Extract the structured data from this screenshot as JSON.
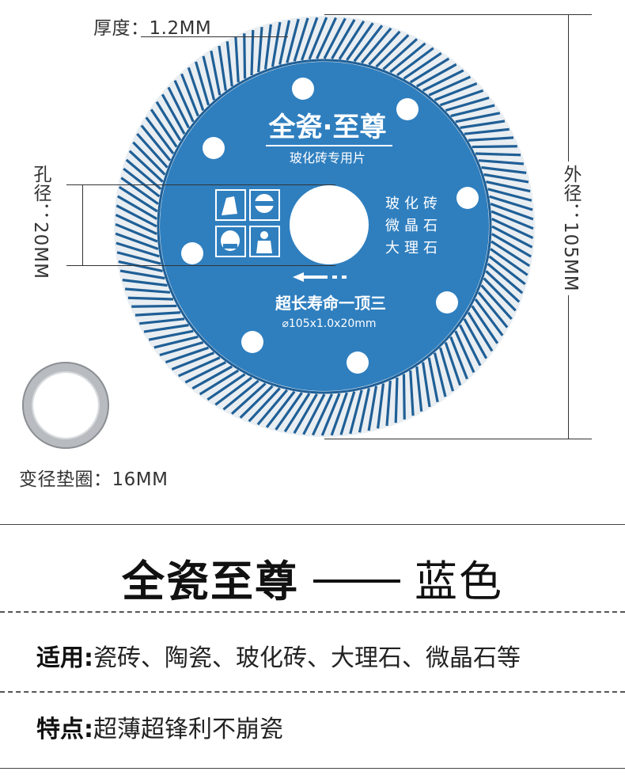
{
  "dimensions": {
    "thickness": "厚度：1.2MM",
    "hole": "孔径：20MM",
    "outer": "外径：105MM",
    "washer": "变径垫圈：16MM"
  },
  "disc": {
    "brand": "全瓷·至尊",
    "subtitle": "玻化砖专用片",
    "materials": [
      "玻化砖",
      "微晶石",
      "大理石"
    ],
    "slogan": "超长寿命一顶三",
    "spec": "⌀105x1.0x20mm",
    "colors": {
      "blade": "#2f7fbf",
      "rim_dark": "#1f5f96",
      "rim_light": "#e9eef2"
    }
  },
  "headline": {
    "name": "全瓷至尊",
    "color_name": "蓝色"
  },
  "specs": {
    "usage_label": "适用:",
    "usage_value": "瓷砖、陶瓷、玻化砖、大理石、微晶石等",
    "feature_label": "特点:",
    "feature_value": "超薄超锋利不崩瓷"
  }
}
